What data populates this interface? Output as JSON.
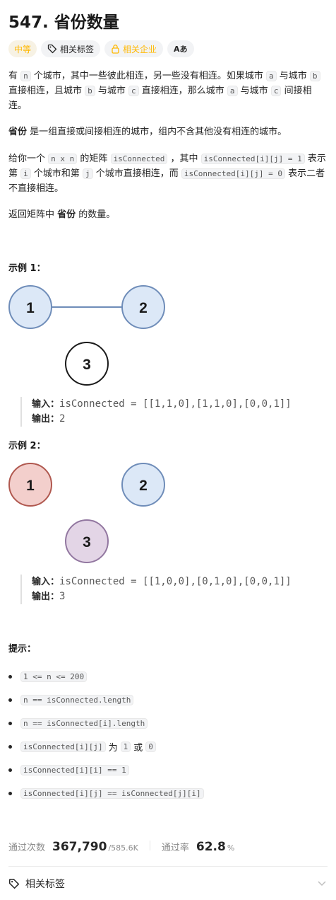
{
  "problem": {
    "title": "547. 省份数量",
    "difficulty": "中等",
    "tags_label": "相关标签",
    "companies_label": "相关企业",
    "translate_label": "Aあ"
  },
  "description": {
    "p1": [
      "有 ",
      "n",
      " 个城市，其中一些彼此相连，另一些没有相连。如果城市 ",
      "a",
      " 与城市 ",
      "b",
      " 直接相连，且城市 ",
      "b",
      " 与城市 ",
      "c",
      " 直接相连，那么城市 ",
      "a",
      " 与城市 ",
      "c",
      " 间接相连。"
    ],
    "p2_bold": "省份",
    "p2_rest": " 是一组直接或间接相连的城市，组内不含其他没有相连的城市。",
    "p3": [
      "给你一个 ",
      "n x n",
      " 的矩阵 ",
      "isConnected",
      " ，其中 ",
      "isConnected[i][j] = 1",
      " 表示第 ",
      "i",
      " 个城市和第 ",
      "j",
      " 个城市直接相连，而 ",
      "isConnected[i][j] = 0",
      " 表示二者不直接相连。"
    ],
    "p4_pre": "返回矩阵中 ",
    "p4_bold": "省份",
    "p4_post": " 的数量。"
  },
  "examples": [
    {
      "heading": "示例 1：",
      "nodes": [
        "1",
        "2",
        "3"
      ],
      "input_label": "输入：",
      "input": "isConnected = [[1,1,0],[1,1,0],[0,0,1]]",
      "output_label": "输出：",
      "output": "2"
    },
    {
      "heading": "示例 2：",
      "nodes": [
        "1",
        "2",
        "3"
      ],
      "input_label": "输入：",
      "input": "isConnected = [[1,0,0],[0,1,0],[0,0,1]]",
      "output_label": "输出：",
      "output": "3"
    }
  ],
  "hints": {
    "heading": "提示：",
    "items": [
      "1 <= n <= 200",
      "n == isConnected.length",
      "n == isConnected[i].length"
    ],
    "item4": [
      "isConnected[i][j]",
      "为",
      "1",
      "或",
      "0"
    ],
    "item5": "isConnected[i][i] == 1",
    "item6": "isConnected[i][j] == isConnected[j][i]"
  },
  "stats": {
    "accepted_label": "通过次数",
    "accepted_value": "367,790",
    "submissions_value": "/585.6K",
    "rate_label": "通过率",
    "rate_value": "62.8",
    "rate_unit": "%"
  },
  "footer": {
    "related_tags": "相关标签"
  },
  "colors": {
    "node_blue_fill": "#dce8f7",
    "node_blue_stroke": "#6f8db9",
    "node_red_fill": "#f3cfcc",
    "node_red_stroke": "#b0584f",
    "node_purple_fill": "#e3d5e6",
    "node_purple_stroke": "#9277a0",
    "edge": "#6f8db9",
    "difficulty": "#ffb800"
  }
}
